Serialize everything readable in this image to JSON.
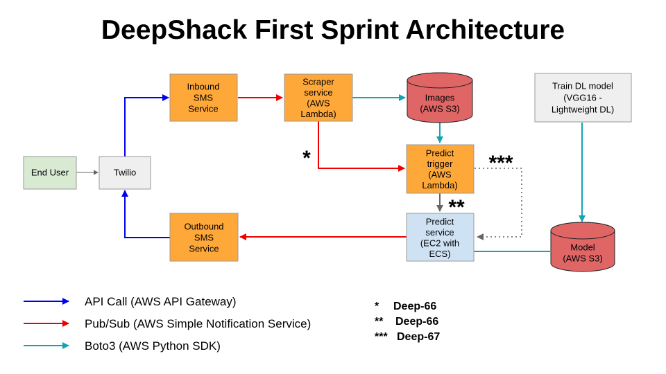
{
  "title": "DeepShack First Sprint Architecture",
  "colors": {
    "api": "#0000ee",
    "pubsub": "#ee0000",
    "boto": "#13a3b3",
    "grey": "#666666",
    "orange": "#ffa83a",
    "green": "#d9ead3",
    "lightgrey": "#efefef",
    "blue": "#cfe2f3",
    "red_db": "#e06666"
  },
  "nodes": {
    "end_user": {
      "lines": [
        "End User"
      ]
    },
    "twilio": {
      "lines": [
        "Twilio"
      ]
    },
    "inbound": {
      "lines": [
        "Inbound",
        "SMS",
        "Service"
      ]
    },
    "scraper": {
      "lines": [
        "Scraper",
        "service",
        "(AWS",
        "Lambda)"
      ]
    },
    "images": {
      "lines": [
        "Images",
        "(AWS S3)"
      ]
    },
    "predict_trigger": {
      "lines": [
        "Predict",
        "trigger",
        "(AWS",
        "Lambda)"
      ]
    },
    "predict_service": {
      "lines": [
        "Predict",
        "service",
        "(EC2 with",
        "ECS)"
      ]
    },
    "outbound": {
      "lines": [
        "Outbound",
        "SMS",
        "Service"
      ]
    },
    "train": {
      "lines": [
        "Train DL model",
        "(VGG16 -",
        "Lightweight DL)"
      ]
    },
    "model": {
      "lines": [
        "Model",
        "(AWS S3)"
      ]
    }
  },
  "markers": {
    "one": "*",
    "two": "**",
    "three": "***"
  },
  "legend": [
    {
      "label": "API Call (AWS API Gateway)"
    },
    {
      "label": "Pub/Sub (AWS Simple Notification Service)"
    },
    {
      "label": "Boto3 (AWS Python SDK)"
    }
  ],
  "notes": [
    {
      "marker": "*",
      "text": "Deep-66"
    },
    {
      "marker": "**",
      "text": "Deep-66"
    },
    {
      "marker": "***",
      "text": "Deep-67"
    }
  ]
}
